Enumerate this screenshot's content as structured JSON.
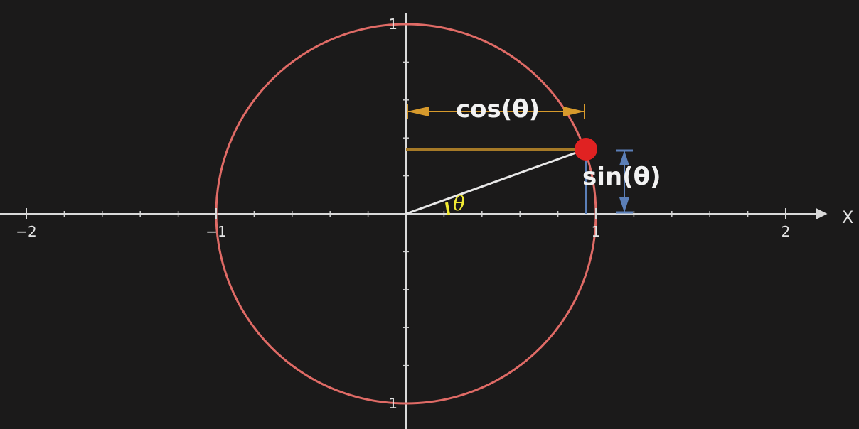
{
  "diagram": {
    "axis_name": "X",
    "angle_label": "θ",
    "cos_label": "cos(θ)",
    "sin_label": "sin(θ)",
    "x_ticks": [
      {
        "value": -2,
        "label": "−2"
      },
      {
        "value": -1,
        "label": "−1"
      },
      {
        "value": 1,
        "label": "1"
      },
      {
        "value": 2,
        "label": "2"
      }
    ],
    "y_ticks": [
      {
        "value": 1,
        "label": "1"
      },
      {
        "value": -1,
        "label": "1"
      }
    ],
    "colors": {
      "background": "#1b1a1a",
      "circle": "#e06b66",
      "axes": "#d9d9d9",
      "point": "#e02222",
      "cos_indicator": "#d79a2c",
      "cos_projection": "#a67a27",
      "sin_indicator": "#5b7fb8",
      "angle_label": "#f1ea33",
      "radius": "#e8e8e8"
    }
  }
}
